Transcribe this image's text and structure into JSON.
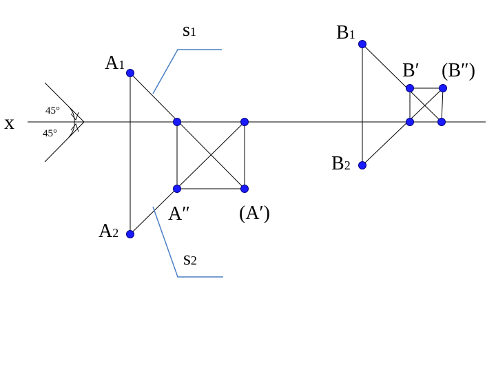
{
  "axis_label": "x",
  "angles": {
    "upper": "45°",
    "lower": "45°"
  },
  "points": {
    "A1": {
      "base": "A",
      "sub": "1"
    },
    "A2": {
      "base": "A",
      "sub": "2"
    },
    "B1": {
      "base": "B",
      "sub": "1"
    },
    "B2": {
      "base": "B",
      "sub": "2"
    },
    "A_dprime": "A″",
    "A_prime_paren": "(A′)",
    "B_prime": "B′",
    "B_dprime_paren": "(B″)"
  },
  "traces": {
    "s1": {
      "base": "s",
      "sub": "1"
    },
    "s2": {
      "base": "s",
      "sub": "2"
    }
  },
  "colors": {
    "point_fill": "#1a1aff",
    "trace_line": "#4a7fc4",
    "line": "#000000"
  }
}
